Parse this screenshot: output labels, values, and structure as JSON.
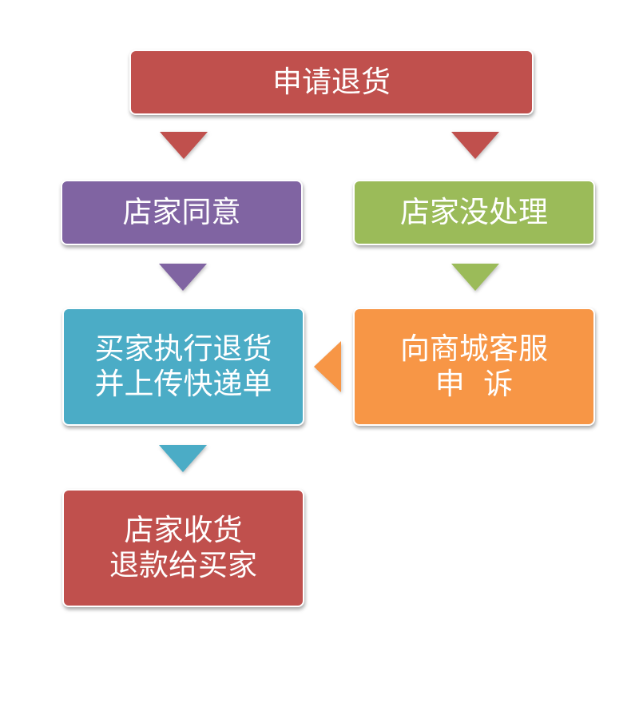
{
  "flow": {
    "request_return": {
      "label": "申请退货"
    },
    "seller_agrees": {
      "label": "店家同意"
    },
    "seller_no_response": {
      "label": "店家没处理"
    },
    "buyer_returns": {
      "line1": "买家执行退货",
      "line2": "并上传快递单"
    },
    "complain_service": {
      "line1": "向商城客服",
      "line2": "申  诉"
    },
    "seller_refund": {
      "line1": "店家收货",
      "line2": "退款给买家"
    }
  },
  "colors": {
    "red": "#c0504d",
    "purple": "#8064a2",
    "green": "#9bbb59",
    "teal": "#4bacc6",
    "orange": "#f79646"
  }
}
